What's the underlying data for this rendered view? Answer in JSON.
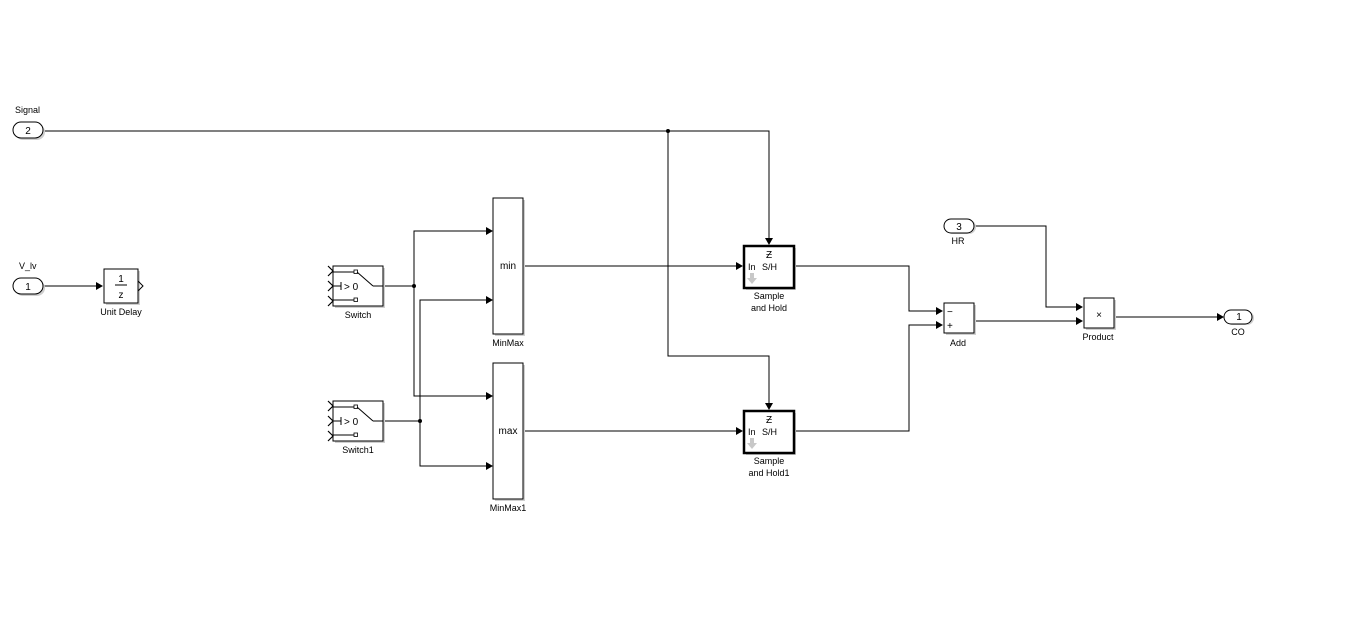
{
  "diagram": {
    "type": "simulink-block-diagram",
    "inports": [
      {
        "id": "signal",
        "number": "2",
        "label": "Signal"
      },
      {
        "id": "v_lv",
        "number": "1",
        "label": "V_lv"
      },
      {
        "id": "hr",
        "number": "3",
        "label": "HR"
      }
    ],
    "outports": [
      {
        "id": "co",
        "number": "1",
        "label": "CO"
      }
    ],
    "blocks": {
      "unit_delay": {
        "label": "Unit Delay",
        "numerator": "1",
        "denominator": "z"
      },
      "switch": {
        "label": "Switch",
        "threshold": "> 0"
      },
      "switch1": {
        "label": "Switch1",
        "threshold": "> 0"
      },
      "minmax": {
        "label": "MinMax",
        "function": "min"
      },
      "minmax1": {
        "label": "MinMax1",
        "function": "max"
      },
      "sample_hold": {
        "label_line1": "Sample",
        "label_line2": "and Hold",
        "in_label": "In",
        "sh_label": "S/H",
        "trigger_glyph": "Ƶ"
      },
      "sample_hold1": {
        "label_line1": "Sample",
        "label_line2": "and Hold1",
        "in_label": "In",
        "sh_label": "S/H",
        "trigger_glyph": "Ƶ"
      },
      "add": {
        "label": "Add",
        "sign1": "−",
        "sign2": "+"
      },
      "product": {
        "label": "Product",
        "symbol": "×"
      }
    },
    "connections": [
      {
        "from": "V_lv",
        "to": "Unit Delay"
      },
      {
        "from": "Switch",
        "to": [
          "MinMax.in1",
          "MinMax1.in1"
        ]
      },
      {
        "from": "Switch1",
        "to": [
          "MinMax.in2",
          "MinMax1.in2"
        ]
      },
      {
        "from": "MinMax",
        "to": "Sample and Hold.In"
      },
      {
        "from": "MinMax1",
        "to": "Sample and Hold1.In"
      },
      {
        "from": "Signal",
        "to": [
          "Sample and Hold.trigger",
          "Sample and Hold1.trigger"
        ]
      },
      {
        "from": "Sample and Hold",
        "to": "Add.minus"
      },
      {
        "from": "Sample and Hold1",
        "to": "Add.plus"
      },
      {
        "from": "HR",
        "to": "Product.in1"
      },
      {
        "from": "Add",
        "to": "Product.in2"
      },
      {
        "from": "Product",
        "to": "CO"
      }
    ]
  }
}
